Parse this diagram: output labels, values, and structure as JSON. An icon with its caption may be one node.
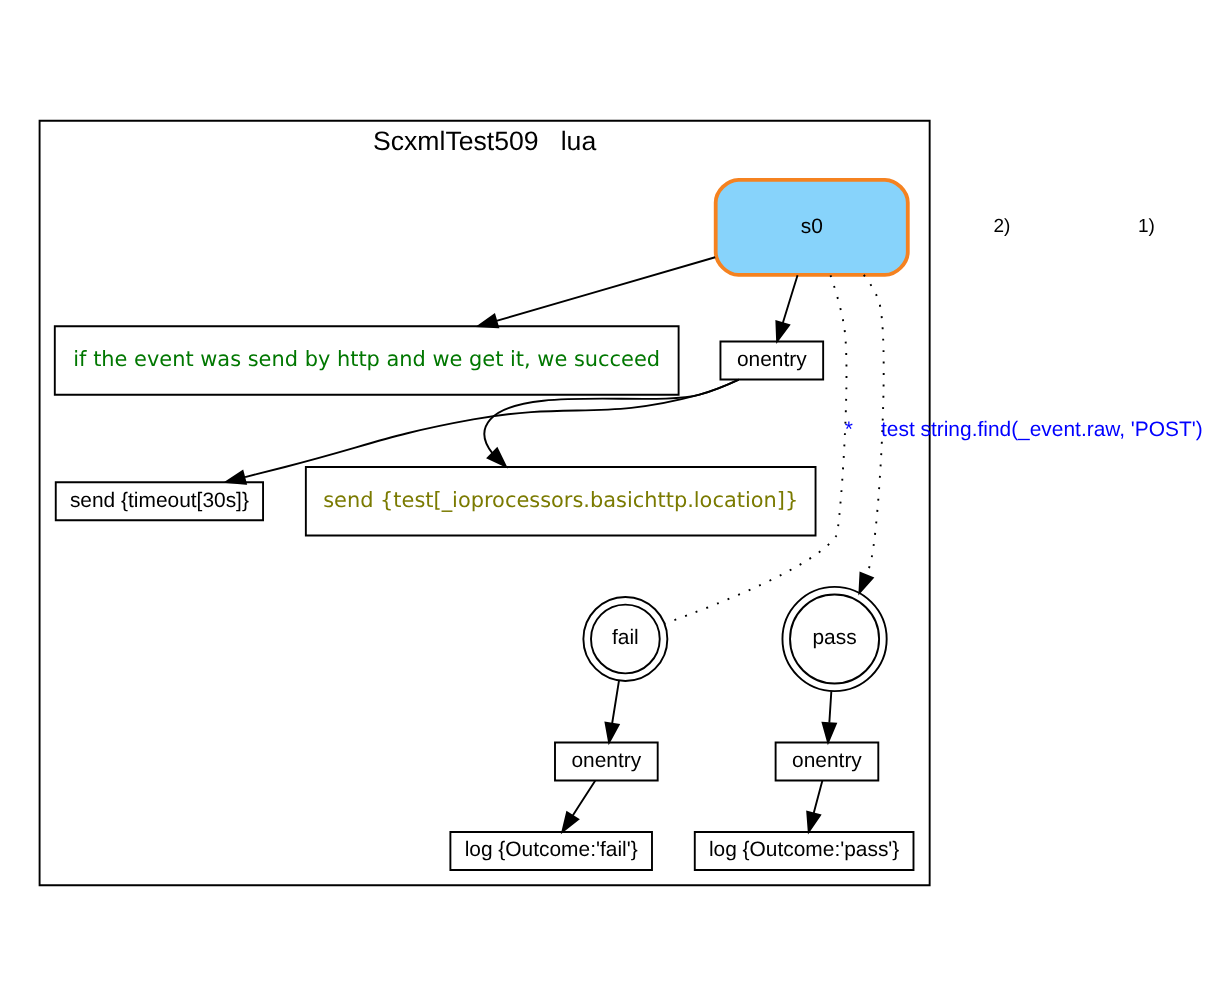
{
  "diagram": {
    "nodes": [
      {
        "text": [
          "ScxmlTest509",
          "lua"
        ]
      },
      {
        "text": [
          "s0"
        ],
        "in": 0
      },
      {
        "text": [
          "if the event was send by http and we get it, we succeed"
        ],
        "in": 0
      },
      {
        "text": [
          "onentry"
        ],
        "in": 0
      },
      {
        "text": [
          "send {timeout[30s]}"
        ],
        "in": 0
      },
      {
        "text": [
          "send {test[_ioprocessors.basichttp.location]}"
        ],
        "in": 0
      },
      {
        "text": [
          "fail"
        ],
        "in": 0
      },
      {
        "text": [
          "onentry"
        ],
        "in": 0
      },
      {
        "text": [
          "log {Outcome:'fail'}"
        ],
        "in": 0
      },
      {
        "text": [
          "pass"
        ],
        "in": 0
      },
      {
        "text": [
          "onentry"
        ],
        "in": 0
      },
      {
        "text": [
          "log {Outcome:'pass'}"
        ],
        "in": 0
      }
    ],
    "edges": [
      {
        "from": 1,
        "to": 6,
        "arrow": "none",
        "style": "dashed",
        "label": "*"
      },
      {
        "from": 1,
        "to": 2,
        "arrow": "to"
      },
      {
        "from": 1,
        "to": 3,
        "arrow": "to"
      },
      {
        "from": 3,
        "to": 4,
        "arrow": "to"
      },
      {
        "from": 3,
        "to": 5,
        "arrow": "to"
      },
      {
        "from": 6,
        "to": 7,
        "arrow": "to"
      },
      {
        "from": 7,
        "to": 8,
        "arrow": "to"
      },
      {
        "from": 1,
        "to": 9,
        "arrow": "to",
        "style": "dashed",
        "label": "test string.find(_event.raw, 'POST')"
      },
      {
        "from": 9,
        "to": 10,
        "arrow": "to"
      },
      {
        "from": 10,
        "to": 11,
        "arrow": "to"
      }
    ],
    "labels": [
      "2)",
      "1)"
    ]
  }
}
